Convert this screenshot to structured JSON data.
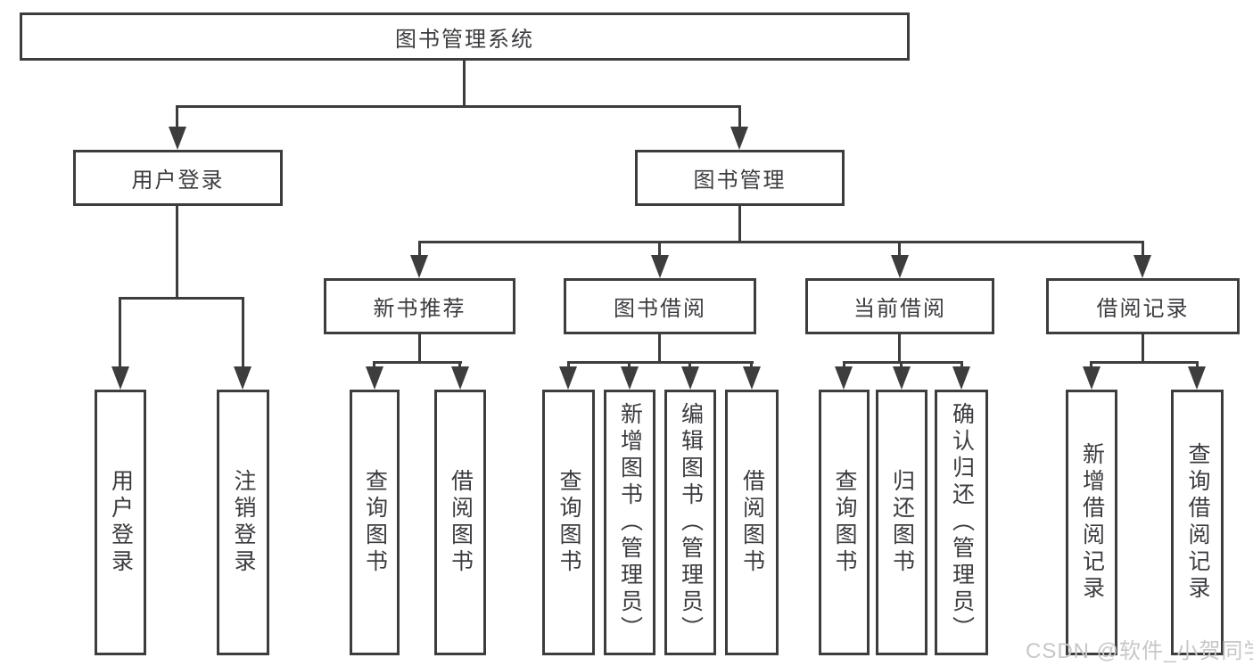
{
  "tree": {
    "label": "图书管理系统",
    "children": [
      {
        "label": "用户登录",
        "children": [
          {
            "label": "用户登录"
          },
          {
            "label": "注销登录"
          }
        ]
      },
      {
        "label": "图书管理",
        "children": [
          {
            "label": "新书推荐",
            "children": [
              {
                "label": "查询图书"
              },
              {
                "label": "借阅图书"
              }
            ]
          },
          {
            "label": "图书借阅",
            "children": [
              {
                "label": "查询图书"
              },
              {
                "label": "新增图书（管理员）"
              },
              {
                "label": "编辑图书（管理员）"
              },
              {
                "label": "借阅图书"
              }
            ]
          },
          {
            "label": "当前借阅",
            "children": [
              {
                "label": "查询图书"
              },
              {
                "label": "归还图书"
              },
              {
                "label": "确认归还（管理员）"
              }
            ]
          },
          {
            "label": "借阅记录",
            "children": [
              {
                "label": "新增借阅记录"
              },
              {
                "label": "查询借阅记录"
              }
            ]
          }
        ]
      }
    ]
  },
  "watermark": "CSDN @软件_小贺同学",
  "colors": {
    "line": "#3d3d3d",
    "text": "#3c3c40",
    "background": "#ffffff",
    "watermark": "#c7c7c7"
  }
}
